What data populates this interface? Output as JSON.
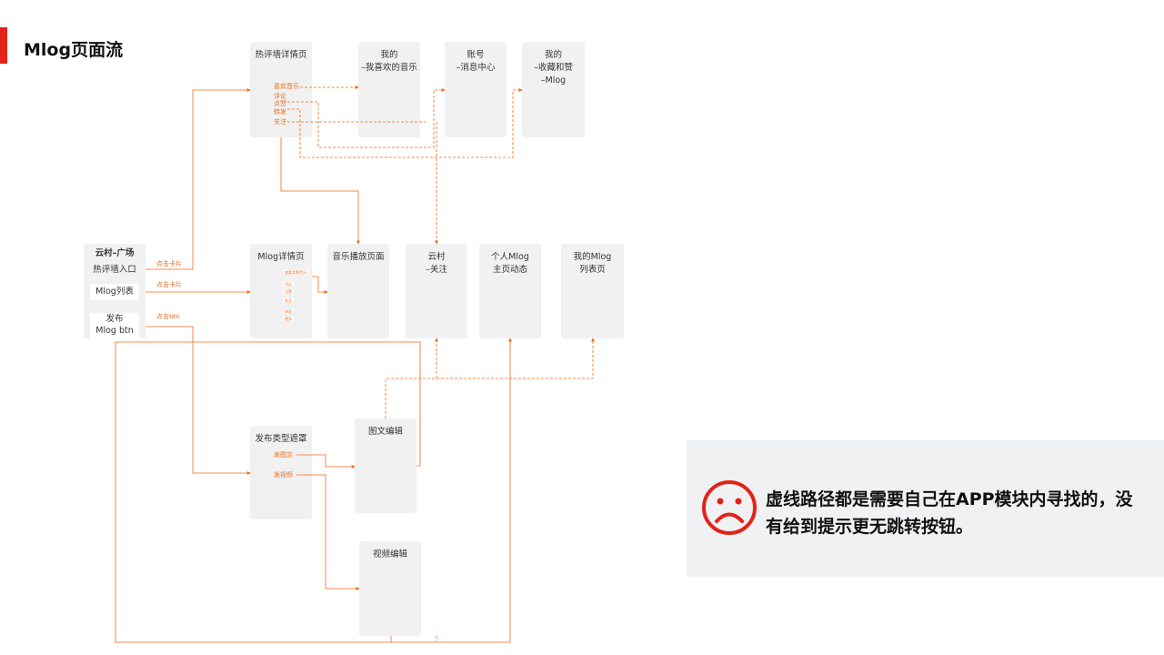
{
  "page": {
    "title": "Mlog页面流"
  },
  "entry": {
    "header": "云村–广场",
    "hot_comment_entry": "热评墙入口",
    "mlog_list": "Mlog列表",
    "publish_btn": "发布\nMlog btn"
  },
  "links": {
    "click_card_1": "点击卡片",
    "click_card_2": "点击卡片",
    "click_btn": "点击btn",
    "like_music": "喜欢音乐",
    "comment": "评论",
    "upvote": "点赞",
    "repost": "转发",
    "follow": "关注",
    "post_image": "发图文",
    "post_video": "发视频"
  },
  "screens": {
    "hot_wall_detail": "热评墙详情页",
    "my_liked_music": "我的\n–我喜欢的音乐",
    "account_messages": "账号\n–消息中心",
    "my_favorites": "我的\n–收藏和赞\n–Mlog",
    "mlog_detail": "Mlog详情页",
    "music_player": "音乐播放页面",
    "cloud_village_follow": "云村\n–关注",
    "personal_mlog": "个人Mlog\n主页动态",
    "my_mlog_list": "我的Mlog\n列表页",
    "publish_type_mask": "发布类型遮罩",
    "image_text_edit": "图文编辑",
    "video_edit": "视频编辑"
  },
  "mlog_detail_chips": [
    "查看背景音乐",
    "评论",
    "点赞",
    "关注",
    "转发",
    "更多"
  ],
  "note": {
    "icon": "sad-face-icon",
    "text": "虚线路径都是需要自己在APP模块内寻找的，没有给到提示更无跳转按钮。"
  },
  "colors": {
    "accent": "#e2231a",
    "link": "#f06a1b",
    "box": "#f1f1f1",
    "note_bg": "#f0f1f2"
  }
}
